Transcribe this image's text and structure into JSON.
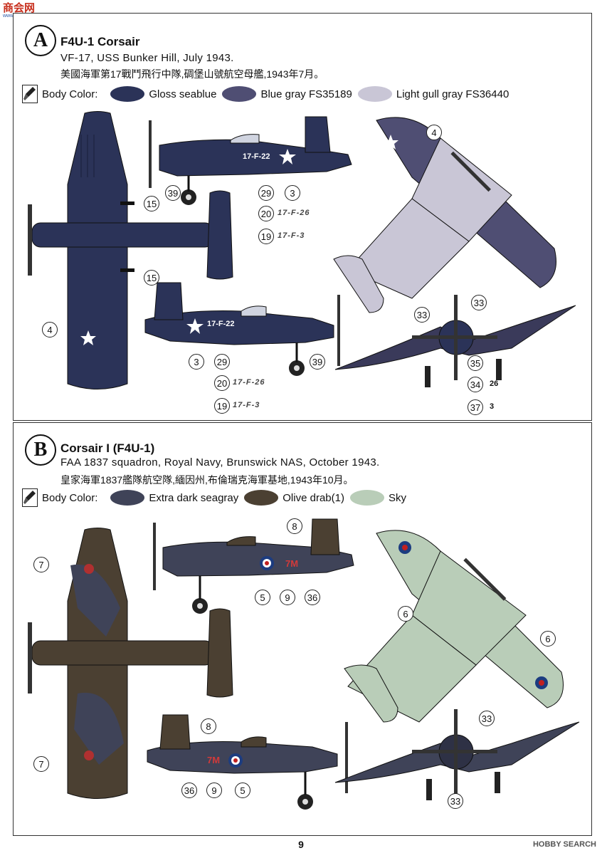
{
  "watermark": {
    "line1": "商会网",
    "line2": "www.moshou.com"
  },
  "panel_a": {
    "letter": "A",
    "title": "F4U-1 Corsair",
    "subtitle": "VF-17, USS Bunker Hill, July 1943.",
    "chinese": "美國海軍第17戰鬥飛行中隊,碉堡山號航空母艦,1943年7月。",
    "body_color_label": "Body Color:",
    "colors": [
      {
        "name": "Gloss seablue",
        "hex": "#2b3358"
      },
      {
        "name": "Blue gray FS35189",
        "hex": "#4f4e73"
      },
      {
        "name": "Light gull gray FS36440",
        "hex": "#c9c6d6"
      }
    ],
    "callouts": {
      "c15a": "15",
      "c15b": "15",
      "c4a": "4",
      "c39a": "39",
      "c29a": "29",
      "c3a": "3",
      "c20a": "20",
      "c19a": "19",
      "c4b": "4",
      "c3b": "3",
      "c29b": "29",
      "c39b": "39",
      "c20b": "20",
      "c19b": "19",
      "c33a": "33",
      "c33b": "33",
      "c35": "35",
      "c34": "34",
      "c37": "37"
    },
    "markings": {
      "side1": "17-F-22",
      "opt20a": "17-F-26",
      "opt19a": "17-F-3",
      "side2": "17-F-22",
      "opt20b": "17-F-26",
      "opt19b": "17-F-3",
      "n26": "26",
      "n3": "3"
    }
  },
  "panel_b": {
    "letter": "B",
    "title": "Corsair I (F4U-1)",
    "subtitle": "FAA 1837 squadron, Royal Navy, Brunswick NAS, October 1943.",
    "chinese": "皇家海軍1837艦隊航空隊,緬因州,布倫瑞克海軍基地,1943年10月。",
    "body_color_label": "Body Color:",
    "colors": [
      {
        "name": "Extra dark seagray",
        "hex": "#3f4358"
      },
      {
        "name": "Olive drab(1)",
        "hex": "#4b4032"
      },
      {
        "name": "Sky",
        "hex": "#b9cdb8"
      }
    ],
    "callouts": {
      "c7a": "7",
      "c7b": "7",
      "c8a": "8",
      "c5a": "5",
      "c9a": "9",
      "c36a": "36",
      "c6a": "6",
      "c6b": "6",
      "c8b": "8",
      "c36b": "36",
      "c9b": "9",
      "c5b": "5",
      "c33a": "33",
      "c33b": "33"
    },
    "markings": {
      "code1": "7M",
      "code2": "7M"
    }
  },
  "page_number": "9",
  "footer_watermark": "HOBBY SEARCH"
}
